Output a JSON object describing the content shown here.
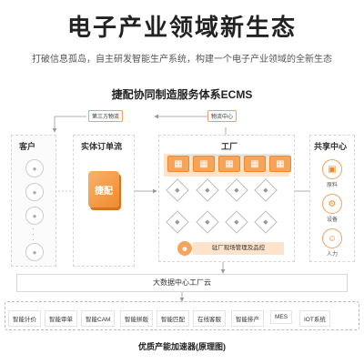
{
  "title": "电子产业领域新生态",
  "subtitle": "打破信息孤岛，自主研发智能生产系统，构建一个电子产业领域的全新生态",
  "system_title": "捷配协同制造服务体系ECMS",
  "logistics": {
    "third_party": "第三方物流",
    "center": "物流中心"
  },
  "customers": {
    "title": "客户"
  },
  "order_flow": {
    "title": "实体订单流",
    "logo": "捷配"
  },
  "factory": {
    "title": "工厂",
    "management": "驻厂现场管理及品控"
  },
  "shared_center": {
    "title": "共享中心",
    "items": [
      {
        "label": "原料"
      },
      {
        "label": "设备"
      },
      {
        "label": "人力"
      }
    ]
  },
  "big_data": "大数据中心工厂云",
  "accelerator": {
    "items": [
      "智能计价",
      "智能审单",
      "智能CAM",
      "智能拼版",
      "智能匹配",
      "在线客服",
      "智能排产",
      "MES",
      "IOT系统"
    ],
    "caption": "优质产能加速器(原理图)"
  },
  "colors": {
    "accent": "#f08a2e",
    "accent_light": "#fde3cc"
  }
}
